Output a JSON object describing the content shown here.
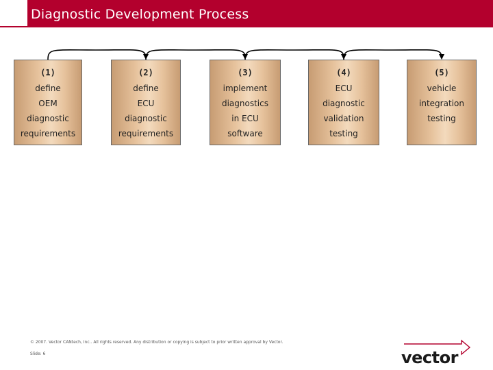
{
  "title": "Diagnostic Development Process",
  "colors": {
    "title_bar": "#b3002d",
    "box_fill": "#e6c29c",
    "logo_red": "#b3002d"
  },
  "steps": [
    {
      "number": "(1)",
      "lines": [
        "define",
        "OEM",
        "diagnostic",
        "requirements"
      ]
    },
    {
      "number": "(2)",
      "lines": [
        "define",
        "ECU",
        "diagnostic",
        "requirements"
      ]
    },
    {
      "number": "(3)",
      "lines": [
        "implement",
        "diagnostics",
        "in ECU",
        "software"
      ]
    },
    {
      "number": "(4)",
      "lines": [
        "ECU",
        "diagnostic",
        "validation",
        "testing"
      ]
    },
    {
      "number": "(5)",
      "lines": [
        "vehicle",
        "integration",
        "testing",
        ""
      ]
    }
  ],
  "footer": {
    "copyright": "© 2007. Vector CANtech, Inc.. All rights reserved. Any distribution or copying is subject to prior written approval by Vector.",
    "slide": "Slide: 6"
  },
  "logo": {
    "text": "vector",
    "icon": "vector-arrow-logo-icon"
  }
}
